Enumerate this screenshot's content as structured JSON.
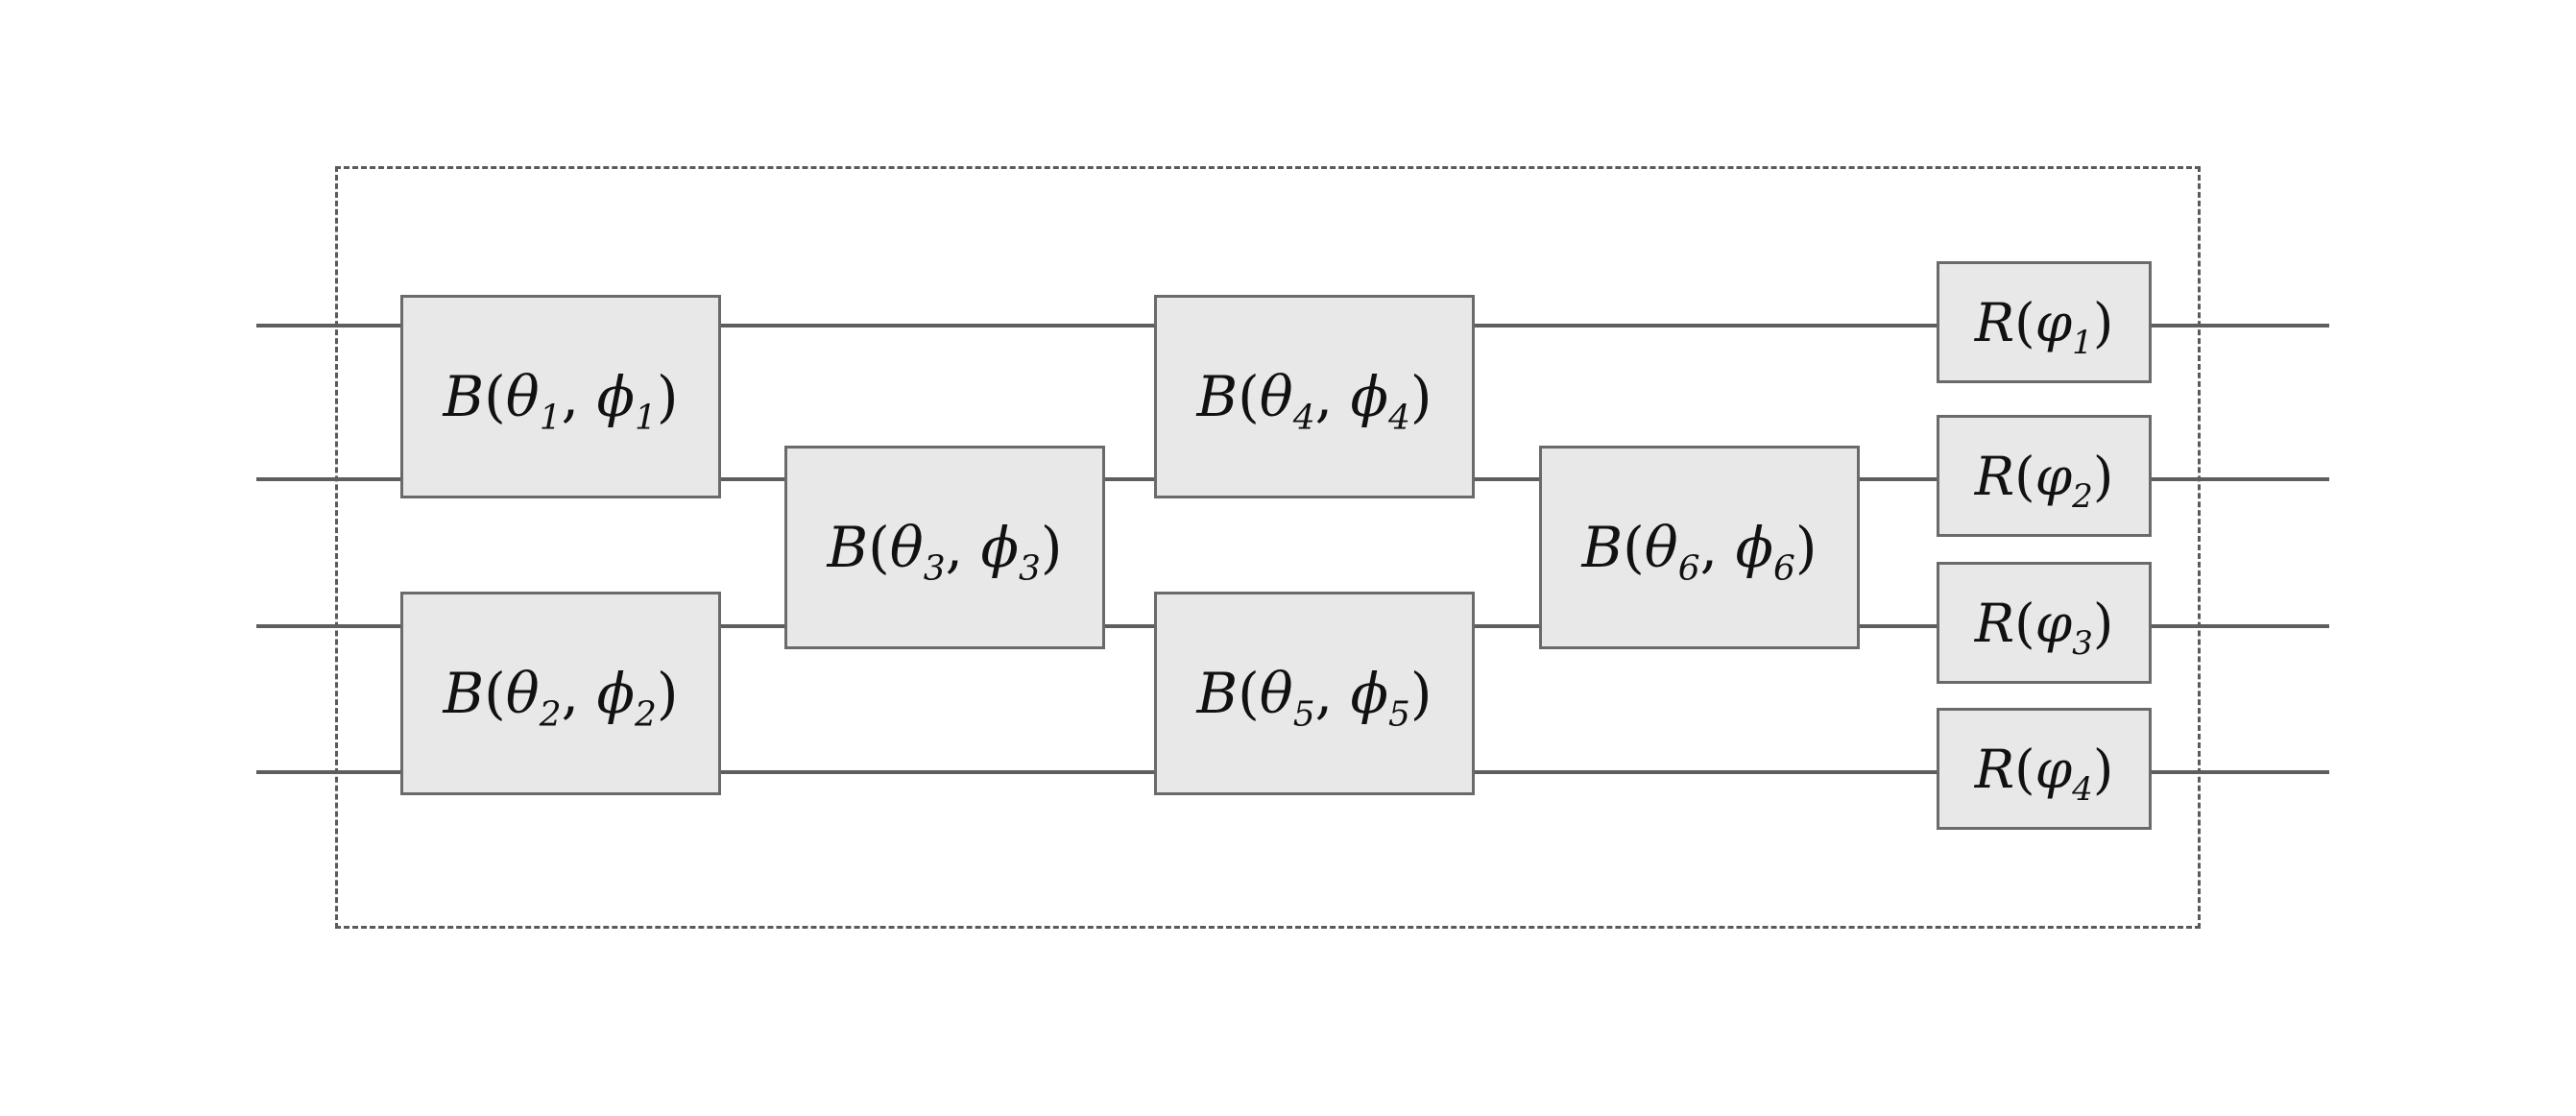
{
  "figure": {
    "kind": "photonic-interferometer-circuit-diagram",
    "colors": {
      "background": "#ffffff",
      "wire": "#5e5e5e",
      "gate_fill": "#e8e8e8",
      "gate_border": "#6a6a6a",
      "boundary_dash": "#5a5a5a",
      "text": "#111111"
    },
    "notation": {
      "open_paren": "(",
      "close_paren": ")",
      "separator": ", "
    },
    "wires": {
      "count": 4,
      "ids": [
        "wire-1",
        "wire-2",
        "wire-3",
        "wire-4"
      ]
    },
    "gates": [
      {
        "id": "B1",
        "func": "B",
        "params": [
          {
            "symbol": "θ",
            "subscript": "1"
          },
          {
            "symbol": "ϕ",
            "subscript": "1"
          }
        ],
        "wires": [
          1,
          2
        ],
        "column": 1
      },
      {
        "id": "B2",
        "func": "B",
        "params": [
          {
            "symbol": "θ",
            "subscript": "2"
          },
          {
            "symbol": "ϕ",
            "subscript": "2"
          }
        ],
        "wires": [
          3,
          4
        ],
        "column": 1
      },
      {
        "id": "B3",
        "func": "B",
        "params": [
          {
            "symbol": "θ",
            "subscript": "3"
          },
          {
            "symbol": "ϕ",
            "subscript": "3"
          }
        ],
        "wires": [
          2,
          3
        ],
        "column": 2
      },
      {
        "id": "B4",
        "func": "B",
        "params": [
          {
            "symbol": "θ",
            "subscript": "4"
          },
          {
            "symbol": "ϕ",
            "subscript": "4"
          }
        ],
        "wires": [
          1,
          2
        ],
        "column": 3
      },
      {
        "id": "B5",
        "func": "B",
        "params": [
          {
            "symbol": "θ",
            "subscript": "5"
          },
          {
            "symbol": "ϕ",
            "subscript": "5"
          }
        ],
        "wires": [
          3,
          4
        ],
        "column": 3
      },
      {
        "id": "B6",
        "func": "B",
        "params": [
          {
            "symbol": "θ",
            "subscript": "6"
          },
          {
            "symbol": "ϕ",
            "subscript": "6"
          }
        ],
        "wires": [
          2,
          3
        ],
        "column": 4
      }
    ],
    "phase_shifters": [
      {
        "id": "R1",
        "func": "R",
        "params": [
          {
            "symbol": "φ",
            "subscript": "1"
          }
        ],
        "wires": [
          1
        ],
        "column": 5
      },
      {
        "id": "R2",
        "func": "R",
        "params": [
          {
            "symbol": "φ",
            "subscript": "2"
          }
        ],
        "wires": [
          2
        ],
        "column": 5
      },
      {
        "id": "R3",
        "func": "R",
        "params": [
          {
            "symbol": "φ",
            "subscript": "3"
          }
        ],
        "wires": [
          3
        ],
        "column": 5
      },
      {
        "id": "R4",
        "func": "R",
        "params": [
          {
            "symbol": "φ",
            "subscript": "4"
          }
        ],
        "wires": [
          4
        ],
        "column": 5
      }
    ]
  }
}
